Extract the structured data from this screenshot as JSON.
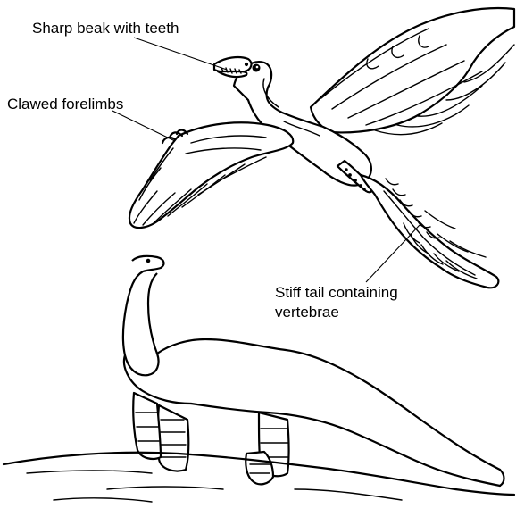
{
  "labels": {
    "beak": "Sharp beak with teeth",
    "forelimbs": "Clawed forelimbs",
    "tail_line1": "Stiff tail containing",
    "tail_line2": "vertebrae"
  },
  "colors": {
    "ink": "#000000",
    "background": "#ffffff"
  }
}
